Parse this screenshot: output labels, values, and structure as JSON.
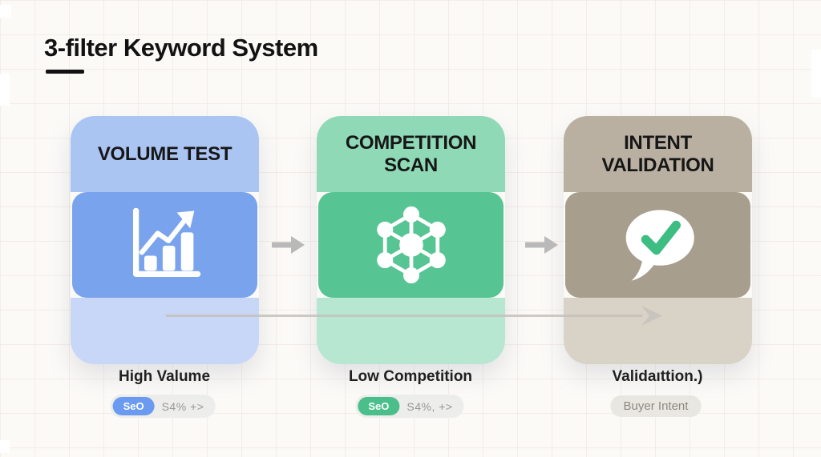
{
  "title": {
    "text": "3-filter Keyword System"
  },
  "cards": [
    {
      "title": "VOLUME TEST",
      "caption": "High Valume",
      "badge_tag": "SeO",
      "badge_text": "S4% +>",
      "icon": "bar-chart-trend-icon",
      "color_top": "#abc5f3",
      "color_mid": "#7aa3ee",
      "color_bottom": "#c8d7f7",
      "badge_tag_color": "#6b9bf0"
    },
    {
      "title": "COMPETITION SCAN",
      "caption": "Low Competition",
      "badge_tag": "SeO",
      "badge_text": "S4%, +>",
      "icon": "network-nodes-icon",
      "color_top": "#8fd9b7",
      "color_mid": "#57c493",
      "color_bottom": "#b7e6d1",
      "badge_tag_color": "#4bbf8b"
    },
    {
      "title": "INTENT VALIDATION",
      "caption": "Validaıttion.)",
      "badge_text": "Buyer Intent",
      "icon": "speech-bubble-check-icon",
      "color_top": "#b9b0a1",
      "color_mid": "#a89e8e",
      "color_bottom": "#d9d2c6",
      "check_color": "#3dbd82"
    }
  ],
  "flow": {
    "arrow_color": "#b9b9b9",
    "line_color": "#c4c1bc"
  }
}
